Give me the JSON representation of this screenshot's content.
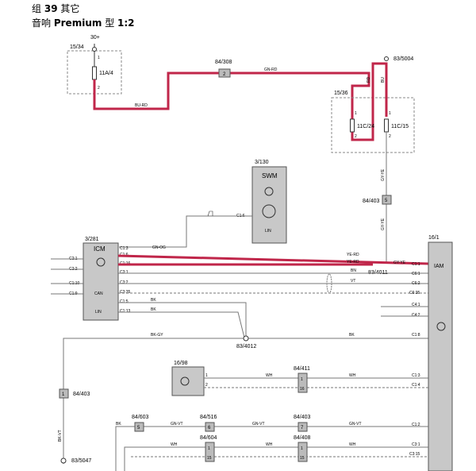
{
  "header": {
    "group_prefix": "组",
    "group_number": "39",
    "group_suffix": "其它",
    "title_prefix": "音响",
    "title_model": "Premium",
    "title_mid": "型",
    "title_ratio": "1:2"
  },
  "labels": {
    "fuse_area": "15/34",
    "voltage": "30+",
    "fuse_11a4": "11A/4",
    "conn_84_308": "84/308",
    "conn_84_308_pin": "2",
    "wire_gn_rd": "GN-RD",
    "wire_bu_rd": "BU-RD",
    "ground_83_5004": "83/5004",
    "wire_rd": "RD",
    "wire_bu": "BU",
    "relay_area": "15/36",
    "fuse_11c24": "11C/24",
    "fuse_11c15": "11C/15",
    "pin_1": "1",
    "pin_2": "2",
    "swm_ref": "3/130",
    "swm": "SWM",
    "swm_c16": "C1:6",
    "lin": "LIN",
    "wire_gy_ye": "GY-YE",
    "conn_84_403": "84/403",
    "conn_84_403_pin": "5",
    "icm_ref": "3/281",
    "icm": "ICM",
    "iam_ref": "16/1",
    "iam": "IAM",
    "c1_3": "C1:3",
    "c1_6": "C1:6",
    "c1_16": "C1:16",
    "c3_1": "C3:1",
    "c3_2": "C3:2",
    "c3_35": "C3:35",
    "c1_5": "C1:5",
    "c1_13": "C1:13",
    "c2_1": "C2:1",
    "c2_2": "C2:2",
    "c1_10": "C1:10",
    "c1_9": "C1:9",
    "can": "CAN",
    "wire_gn_og": "GN-OG",
    "wire_ye_rd": "YE-RD",
    "wire_bn": "BN",
    "wire_vt": "VT",
    "wire_bk": "BK",
    "wire_bk_gy": "BK-GY",
    "wire_wh": "WH",
    "wire_gn_vt": "GN-VT",
    "wire_bk_vt": "BK-VT",
    "iam_c1_1": "C1:1",
    "iam_c6_1": "C6:1",
    "iam_c6_2": "C6:2",
    "iam_c6_35": "C6:35",
    "iam_c4_1": "C4:1",
    "iam_c4_2": "C4:2",
    "iam_c1_8": "C1:8",
    "iam_c1_3": "C1:3",
    "iam_c1_4": "C1:4",
    "iam_c1_2": "C1:2",
    "iam_c3_1": "C3:1",
    "iam_c3_15": "C3:15",
    "ground_83_4011": "83/4011",
    "ground_83_4012": "83/4012",
    "ground_83_5047": "83/5047",
    "mic_ref": "16/98",
    "conn_84_411": "84/411",
    "conn_84_603": "84/603",
    "conn_84_516": "84/516",
    "conn_84_604": "84/604",
    "conn_84_408": "84/408",
    "pin_5": "5",
    "pin_6": "6",
    "pin_7": "7",
    "pin_15": "15",
    "pin_16": "16"
  },
  "colors": {
    "wire_red": "#c0264a",
    "wire_gray": "#777777",
    "module_fill": "#c8c8c8",
    "border": "#333333"
  }
}
